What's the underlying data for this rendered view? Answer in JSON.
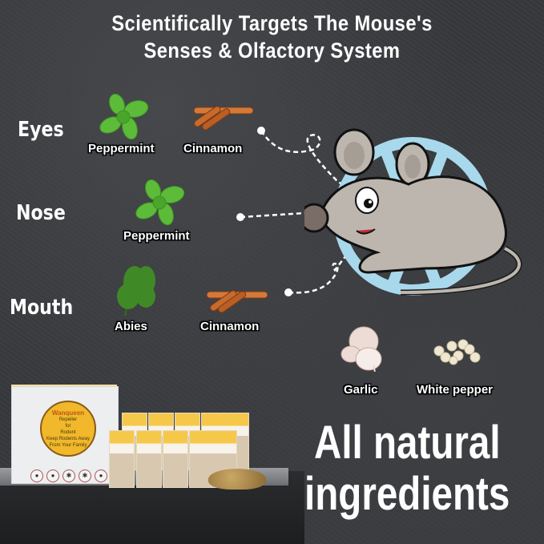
{
  "headline": {
    "line1": "Scientifically Targets The Mouse's",
    "line2": "Senses & Olfactory System"
  },
  "senses": [
    {
      "label": "Eyes",
      "ingredients": [
        {
          "name": "Peppermint",
          "icon": "peppermint-icon"
        },
        {
          "name": "Cinnamon",
          "icon": "cinnamon-icon"
        }
      ]
    },
    {
      "label": "Nose",
      "ingredients": [
        {
          "name": "Peppermint",
          "icon": "peppermint-icon"
        }
      ]
    },
    {
      "label": "Mouth",
      "ingredients": [
        {
          "name": "Abies",
          "icon": "abies-icon"
        },
        {
          "name": "Cinnamon",
          "icon": "cinnamon-icon"
        }
      ]
    }
  ],
  "extra_ingredients": [
    {
      "name": "Garlic",
      "icon": "garlic-icon"
    },
    {
      "name": "White pepper",
      "icon": "white-pepper-icon"
    }
  ],
  "tagline": {
    "line1": "All natural",
    "line2": "ingredients"
  },
  "product": {
    "brand": "Wanqueen",
    "line1": "Repeller",
    "line2": "for",
    "line3": "Rodent",
    "line4": "Keep Rodents Away",
    "line5": "From Your Family",
    "pouch_count": 8
  },
  "colors": {
    "background": "#37393c",
    "wheel": "#a8d8ec",
    "mouse_body": "#bdb6ae",
    "mouse_nose": "#7a6c66",
    "text": "#ffffff",
    "accent_gold": "#f0b82a"
  }
}
